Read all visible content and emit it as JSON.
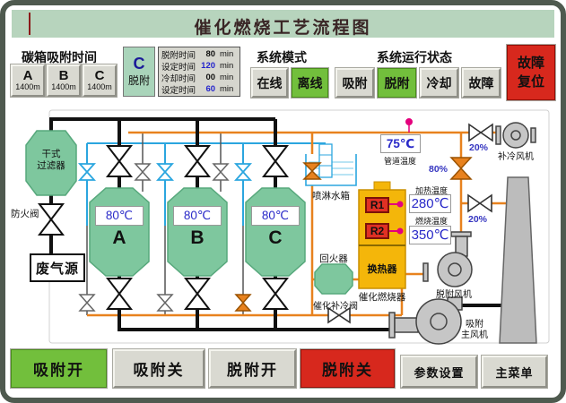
{
  "title": "催化燃烧工艺流程图",
  "carbon_box_panel": {
    "label": "碳箱吸附时间",
    "boxes": [
      {
        "name": "A",
        "value": "1400m"
      },
      {
        "name": "B",
        "value": "1400m"
      },
      {
        "name": "C",
        "value": "1400m"
      }
    ]
  },
  "desorb_panel": {
    "unit": "C",
    "mode": "脱附",
    "rows": [
      {
        "label": "脱附时间",
        "value": "80",
        "unit": "min"
      },
      {
        "label": "设定时间",
        "value": "120",
        "unit": "min"
      },
      {
        "label": "冷却时间",
        "value": "00",
        "unit": "min"
      },
      {
        "label": "设定时间",
        "value": "60",
        "unit": "min"
      }
    ]
  },
  "system_mode": {
    "label": "系统模式",
    "online": "在线",
    "offline": "离线"
  },
  "system_status": {
    "label": "系统运行状态",
    "adsorb": "吸附",
    "desorb": "脱附",
    "cool": "冷却",
    "fault": "故障"
  },
  "fault_reset": {
    "line1": "故障",
    "line2": "复位"
  },
  "diagram": {
    "dry_filter_line1": "干式",
    "dry_filter_line2": "过滤器",
    "fire_valve": "防火阀",
    "waste_gas_source": "废气源",
    "tanks": [
      {
        "letter": "A",
        "temp": "80℃"
      },
      {
        "letter": "B",
        "temp": "80℃"
      },
      {
        "letter": "C",
        "temp": "80℃"
      }
    ],
    "spray_tank": "喷淋水箱",
    "pipe_temp_value": "75℃",
    "pipe_temp_label": "管道温度",
    "r1": "R1",
    "r2": "R2",
    "heating_temp_label": "加热温度",
    "heating_temp_value": "280℃",
    "combustion_temp_label": "燃烧温度",
    "combustion_temp_value": "350℃",
    "heat_exchanger": "换热器",
    "catalytic_burner": "催化燃烧器",
    "flame_arrestor": "回火器",
    "catalyst_cool_valve": "催化补冷阀",
    "valve_pct_top": "20%",
    "valve_pct_mid": "80%",
    "valve_pct_low": "20%",
    "cooling_fan": "补冷风机",
    "desorb_fan": "脱附风机",
    "main_fan_line1": "吸附",
    "main_fan_line2": "主风机"
  },
  "buttons": {
    "adsorb_on": "吸附开",
    "adsorb_off": "吸附关",
    "desorb_on": "脱附开",
    "desorb_off": "脱附关",
    "param_set": "参数设置",
    "main_menu": "主菜单"
  },
  "colors": {
    "active_green": "#72bf3c",
    "alarm_red": "#d7281d",
    "pipe_orange": "#e8821e",
    "pipe_blue": "#2ba6df",
    "tank_green": "#7ec79e",
    "hx_orange": "#f4b60a",
    "sensor_pink": "#e4007d",
    "value_blue": "#2929c8",
    "titlebar_green": "#b7d4bd"
  }
}
